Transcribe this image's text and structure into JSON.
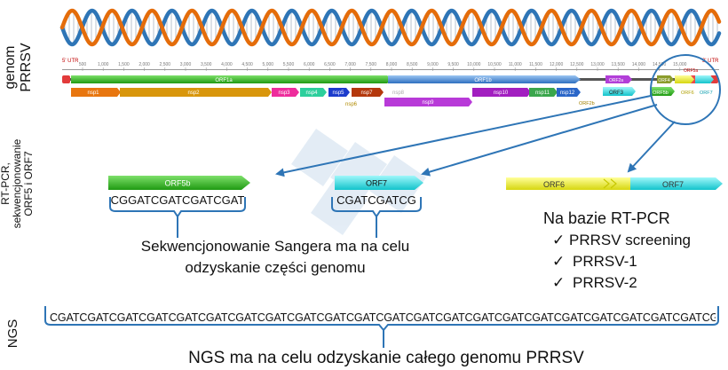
{
  "row_labels": {
    "genome": [
      "genom",
      "PRRSV"
    ],
    "rtpcr": [
      "RT-PCR,",
      "sekwencjonowanie",
      "ORF5 i ORF7"
    ],
    "ngs": "NGS"
  },
  "genome_map": {
    "utr5": "5' UTR",
    "utr3": "3' UTR",
    "ticks": [
      "500",
      "1,000",
      "1,500",
      "2,000",
      "2,500",
      "3,000",
      "3,500",
      "4,000",
      "4,500",
      "5,000",
      "5,500",
      "6,000",
      "6,500",
      "7,000",
      "7,500",
      "8,000",
      "8,500",
      "9,000",
      "9,500",
      "10,000",
      "10,500",
      "11,000",
      "11,500",
      "12,000",
      "12,500",
      "13,000",
      "13,500",
      "14,000",
      "14,500",
      "15,000"
    ],
    "orfs": {
      "orf1a": "ORF1a",
      "orf1b": "ORF1b",
      "orf2a": "ORF2a",
      "orf4": "ORF4",
      "orf3": "ORF3",
      "orf5a": "ORF5a",
      "orf5b": "ORF5b",
      "orf6": "ORF6",
      "orf7": "ORF7",
      "orf2b": "ORF2b"
    },
    "nsps": {
      "nsp1": "nsp1",
      "nsp2": "nsp2",
      "nsp3": "nsp3",
      "nsp4": "nsp4",
      "nsp5": "nsp5",
      "nsp7": "nsp7",
      "nsp8": "nsp8",
      "nsp6": "nsp6",
      "nsp9": "nsp9",
      "nsp10": "nsp10",
      "nsp11": "nsp11",
      "nsp12": "nsp12"
    }
  },
  "sanger": {
    "orf5b_label": "ORF5b",
    "orf5b_seq": "CGGATCGATCGATCGAT",
    "orf7_label": "ORF7",
    "orf7_seq": "CGATCGATCG",
    "caption_line1": "Sekwencjonowanie Sangera ma na celu",
    "caption_line2": "odzyskanie części genomu"
  },
  "rtpcr_panel": {
    "orf6_label": "ORF6",
    "orf7_label": "ORF7",
    "heading": "Na bazie RT-PCR",
    "items": [
      "PRRSV screening",
      "PRRSV-1",
      "PRRSV-2"
    ],
    "check": "✓"
  },
  "ngs": {
    "sequence": "CGATCGATCGATCGATCGATCGATCGATCGATCGATCGATCGATCGATCGATCGATCGATCGATCGATCGATCGATCGATCGATCGATCGATCGATCGATC",
    "caption": "NGS ma na celu odzyskanie całego genomu PRRSV"
  },
  "colors": {
    "orange_strand": "#e46c0a",
    "blue_strand": "#2e75b6",
    "green": "#33b521",
    "blue_bar": "#4f8fd6",
    "cyan": "#1ee0e6",
    "yellow": "#ecec22",
    "bracket": "#2e75b6",
    "arrow": "#2e75b6"
  }
}
